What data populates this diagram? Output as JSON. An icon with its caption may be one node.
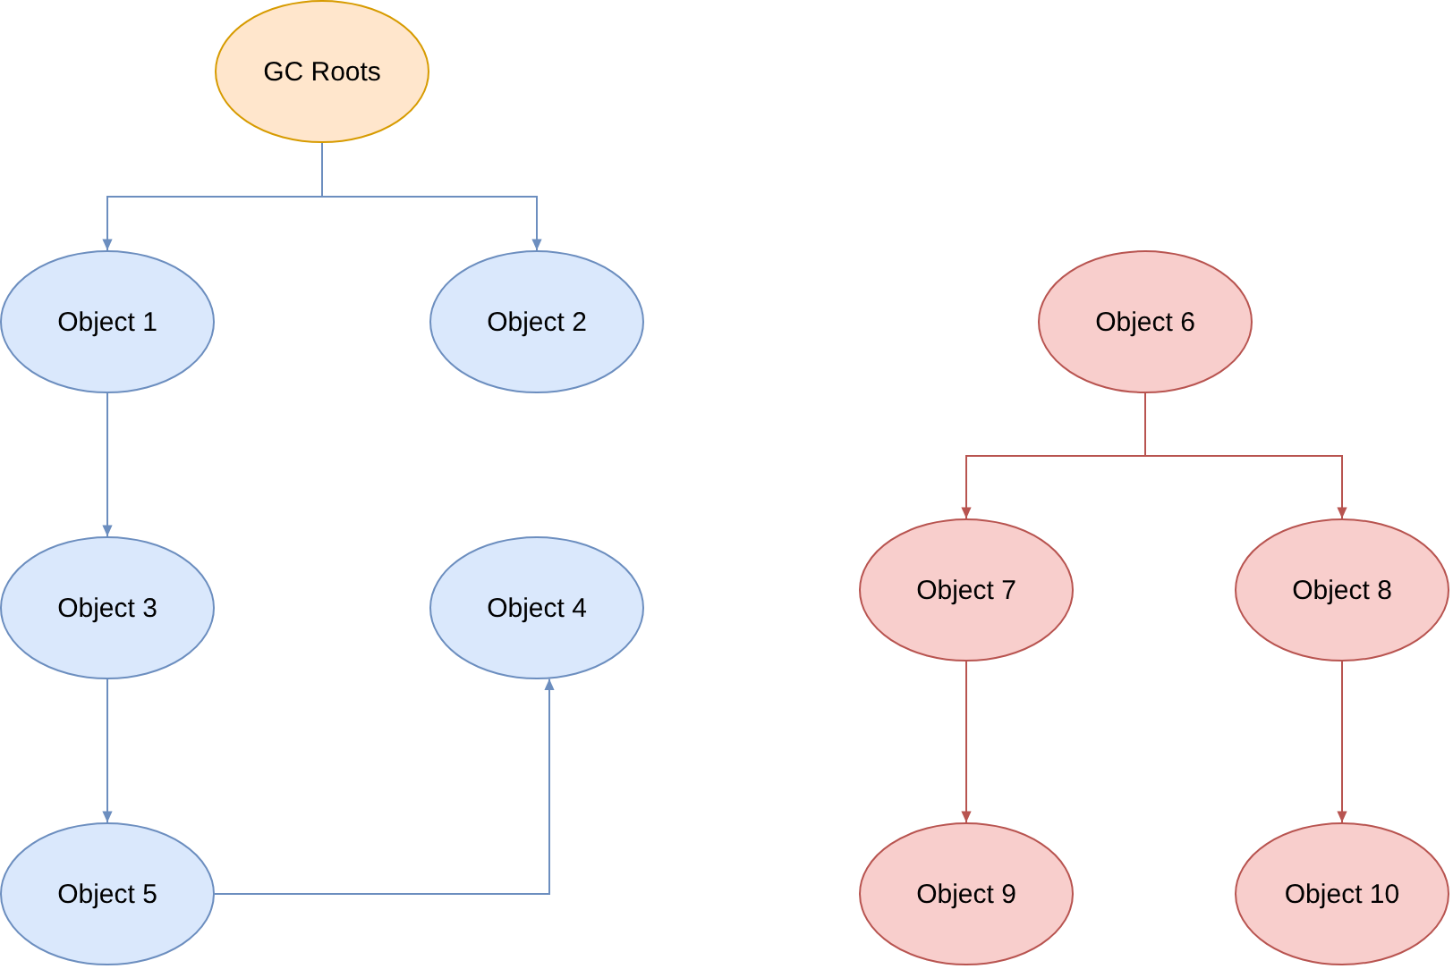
{
  "diagram": {
    "nodes": [
      {
        "text": [
          "GC Roots"
        ]
      },
      {
        "text": [
          "Object 1"
        ]
      },
      {
        "text": [
          "Object 2"
        ]
      },
      {
        "text": [
          "Object 3"
        ]
      },
      {
        "text": [
          "Object 4"
        ]
      },
      {
        "text": [
          "Object 5"
        ]
      },
      {
        "text": [
          "Object 6"
        ]
      },
      {
        "text": [
          "Object 7"
        ]
      },
      {
        "text": [
          "Object 8"
        ]
      },
      {
        "text": [
          "Object 9"
        ]
      },
      {
        "text": [
          "Object 10"
        ]
      }
    ],
    "edges": [
      {
        "from": 0,
        "to": 1,
        "arrow": "to"
      },
      {
        "from": 0,
        "to": 2,
        "arrow": "to"
      },
      {
        "from": 1,
        "to": 3,
        "arrow": "to"
      },
      {
        "from": 3,
        "to": 5,
        "arrow": "to"
      },
      {
        "from": 5,
        "to": 4,
        "arrow": "to"
      },
      {
        "from": 6,
        "to": 7,
        "arrow": "to",
        "color": "#b85450"
      },
      {
        "from": 6,
        "to": 8,
        "arrow": "to",
        "color": "#b85450"
      },
      {
        "from": 7,
        "to": 9,
        "arrow": "to",
        "color": "#b85450"
      },
      {
        "from": 8,
        "to": 10,
        "arrow": "to",
        "color": "#b85450"
      }
    ]
  }
}
